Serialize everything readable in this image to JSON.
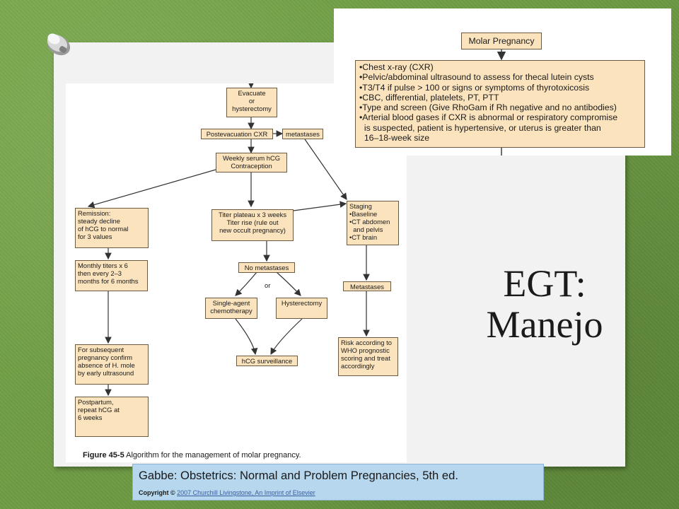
{
  "slide": {
    "title_line1": "EGT:",
    "title_line2": "Manejo"
  },
  "flowchart": {
    "nodes": {
      "evacuate": [
        "Evacuate",
        "or",
        "hysterectomy"
      ],
      "postevac_cxr": "Postevacuation CXR",
      "metastases_top": "metastases",
      "weekly_hcg": [
        "Weekly serum hCG",
        "Contraception"
      ],
      "remission": [
        "Remission:",
        "steady decline",
        "of hCG to normal",
        "for 3 values"
      ],
      "titer_plateau": [
        "Titer plateau x 3 weeks",
        "Titer rise (rule out",
        "new occult pregnancy)"
      ],
      "staging": [
        "Staging",
        "•Baseline",
        "•CT abdomen",
        "  and pelvis",
        "•CT brain"
      ],
      "monthly_titers": [
        "Monthly titers x 6",
        "then every 2–3",
        "months for 6 months"
      ],
      "no_metastases": "No metastases",
      "or_label": "or",
      "metastases_mid": "Metastases",
      "single_agent": [
        "Single-agent",
        "chemotherapy"
      ],
      "hysterectomy": "Hysterectomy",
      "subsequent_pregnancy": [
        "For subsequent",
        "pregnancy confirm",
        "absence of H. mole",
        "by early ultrasound"
      ],
      "risk_who": [
        "Risk according to",
        "WHO prognostic",
        "scoring and treat",
        "accordingly"
      ],
      "hcg_surveillance": "hCG surveillance",
      "postpartum": [
        "Postpartum,",
        "repeat hCG at",
        "6 weeks"
      ]
    },
    "caption_label": "Figure 45-5",
    "caption_text": "Algorithm for the management of molar pregnancy."
  },
  "inset": {
    "molar_pregnancy": "Molar Pregnancy",
    "bullets": [
      "•Chest x-ray (CXR)",
      "•Pelvic/abdominal ultrasound to assess for thecal lutein cysts",
      "•T3/T4 if pulse > 100 or signs or symptoms of thyrotoxicosis",
      "•CBC, differential, platelets, PT, PTT",
      "•Type and screen (Give RhoGam if Rh negative and no antibodies)",
      "•Arterial blood gases if CXR is abnormal or respiratory compromise",
      "  is suspected, patient is hypertensive, or uterus is greater than",
      "  16–18-week size"
    ]
  },
  "citation": {
    "title": "Gabbe: Obstetrics: Normal and Problem Pregnancies, 5th ed.",
    "copyright_label": "Copyright ©",
    "copyright_link": "2007 Churchill Livingstone, An Imprint of Elsevier"
  },
  "colors": {
    "background": "#6f9a45",
    "box_fill": "#fbe3bd",
    "citation_fill": "#b7d7ee"
  }
}
